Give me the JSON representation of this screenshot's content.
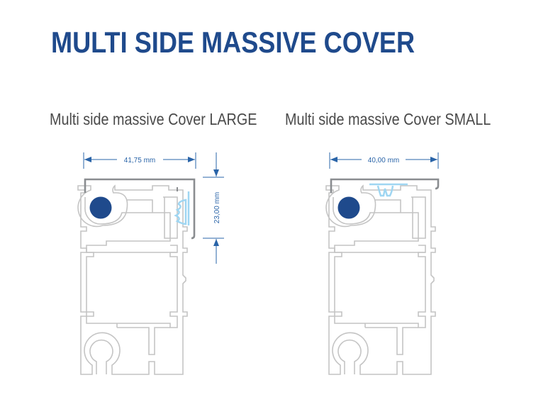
{
  "title": "MULTI SIDE MASSIVE COVER",
  "variants": [
    {
      "label": "Multi side massive Cover LARGE",
      "width_dim": "41,75 mm",
      "height_dim": "23,00 mm"
    },
    {
      "label": "Multi side massive Cover SMALL",
      "width_dim": "40,00 mm"
    }
  ],
  "colors": {
    "title": "#1f4a8c",
    "dimension": "#2a64a8",
    "profile": "#c4c4c4",
    "cover": "#8a8d90",
    "seal": "#9fd6f2",
    "dot": "#1f4a8c"
  }
}
